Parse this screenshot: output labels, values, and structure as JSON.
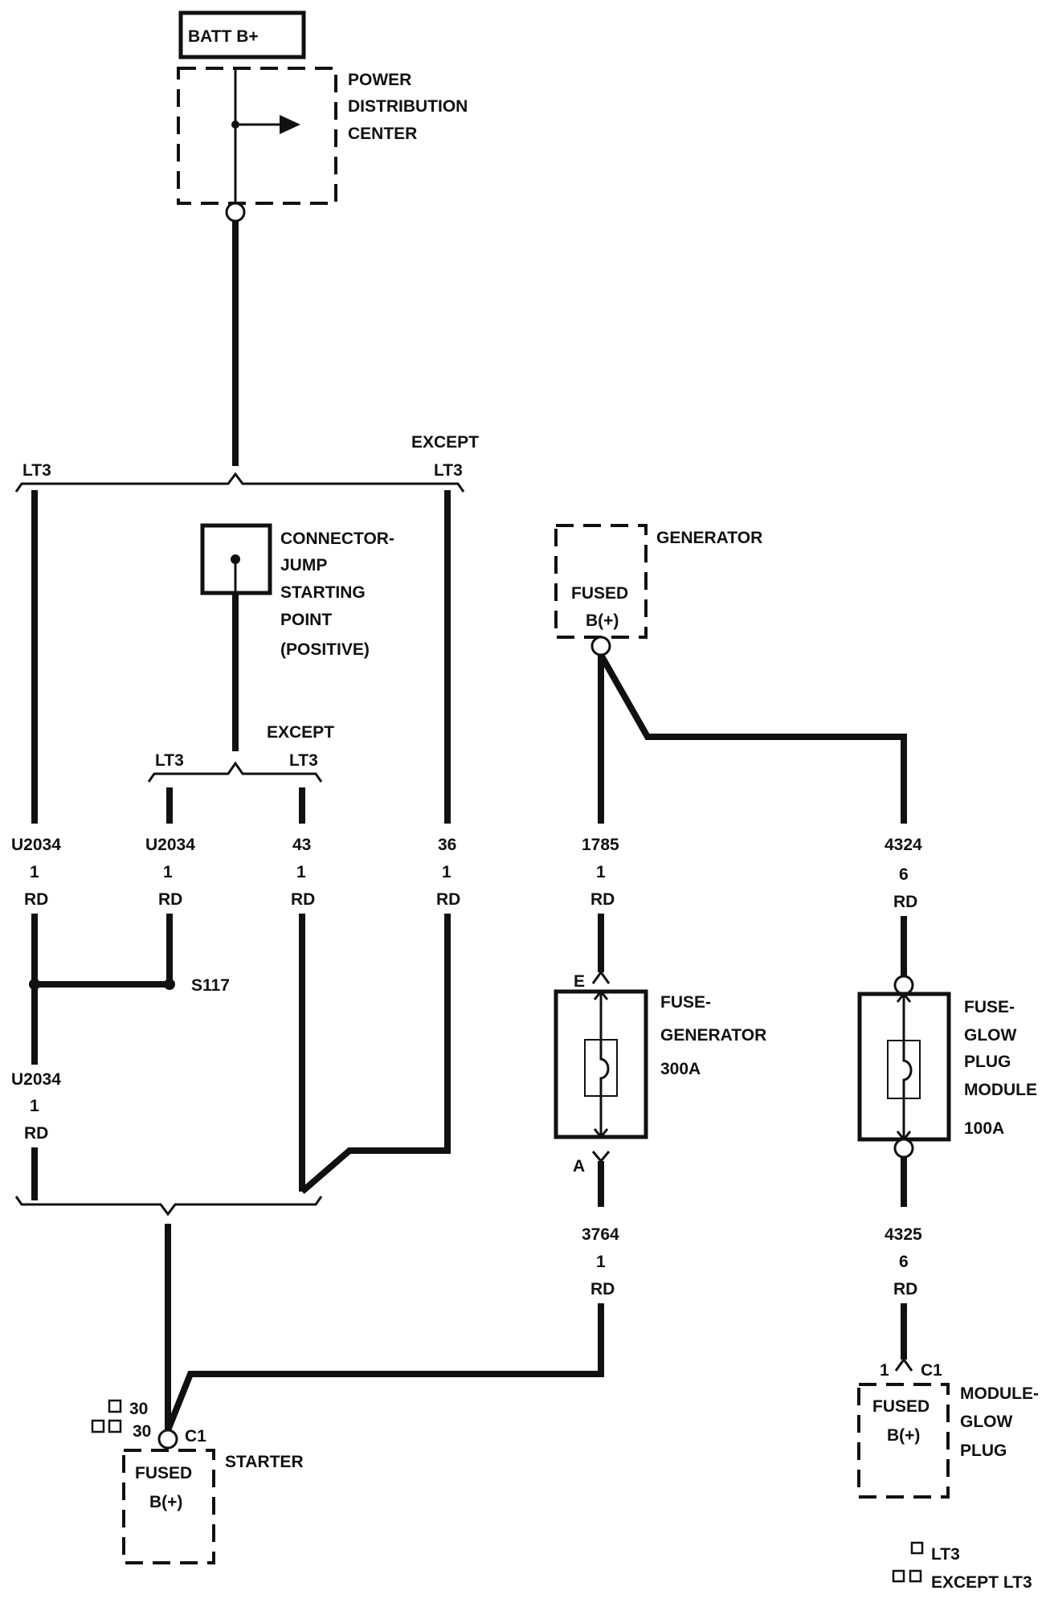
{
  "batt_label": "BATT B+",
  "pdc": {
    "line1": "POWER",
    "line2": "DISTRIBUTION",
    "line3": "CENTER"
  },
  "branch_top": {
    "left": "LT3",
    "right_line1": "EXCEPT",
    "right_line2": "LT3"
  },
  "jump_connector": {
    "line1": "CONNECTOR-",
    "line2": "JUMP",
    "line3": "STARTING",
    "line4": "POINT",
    "line5": "(POSITIVE)"
  },
  "branch_mid": {
    "left": "LT3",
    "right_line1": "EXCEPT",
    "right_line2": "LT3"
  },
  "generator": {
    "name": "GENERATOR",
    "fused_line1": "FUSED",
    "fused_line2": "B(+)"
  },
  "wires": {
    "w1": {
      "circuit": "U2034",
      "size": "1",
      "color": "RD"
    },
    "w2": {
      "circuit": "U2034",
      "size": "1",
      "color": "RD"
    },
    "w3": {
      "circuit": "43",
      "size": "1",
      "color": "RD"
    },
    "w4": {
      "circuit": "36",
      "size": "1",
      "color": "RD"
    },
    "w5": {
      "circuit": "1785",
      "size": "1",
      "color": "RD"
    },
    "w6": {
      "circuit": "4324",
      "size": "6",
      "color": "RD"
    },
    "w7": {
      "circuit": "U2034",
      "size": "1",
      "color": "RD"
    },
    "w8": {
      "circuit": "3764",
      "size": "1",
      "color": "RD"
    },
    "w9": {
      "circuit": "4325",
      "size": "6",
      "color": "RD"
    }
  },
  "splice": "S117",
  "fuse_generator": {
    "line1": "FUSE-",
    "line2": "GENERATOR",
    "line3": "300A",
    "pin_top": "E",
    "pin_bottom": "A"
  },
  "fuse_glow": {
    "line1": "FUSE-",
    "line2": "GLOW",
    "line3": "PLUG",
    "line4": "MODULE",
    "line5": "100A"
  },
  "starter": {
    "name": "STARTER",
    "connector": "C1",
    "pin_a": "30",
    "pin_b": "30",
    "fused_line1": "FUSED",
    "fused_line2": "B(+)"
  },
  "glow_module": {
    "name_line1": "MODULE-",
    "name_line2": "GLOW",
    "name_line3": "PLUG",
    "pin": "1",
    "connector": "C1",
    "fused_line1": "FUSED",
    "fused_line2": "B(+)"
  },
  "legend": {
    "single": "LT3",
    "double": "EXCEPT LT3"
  }
}
